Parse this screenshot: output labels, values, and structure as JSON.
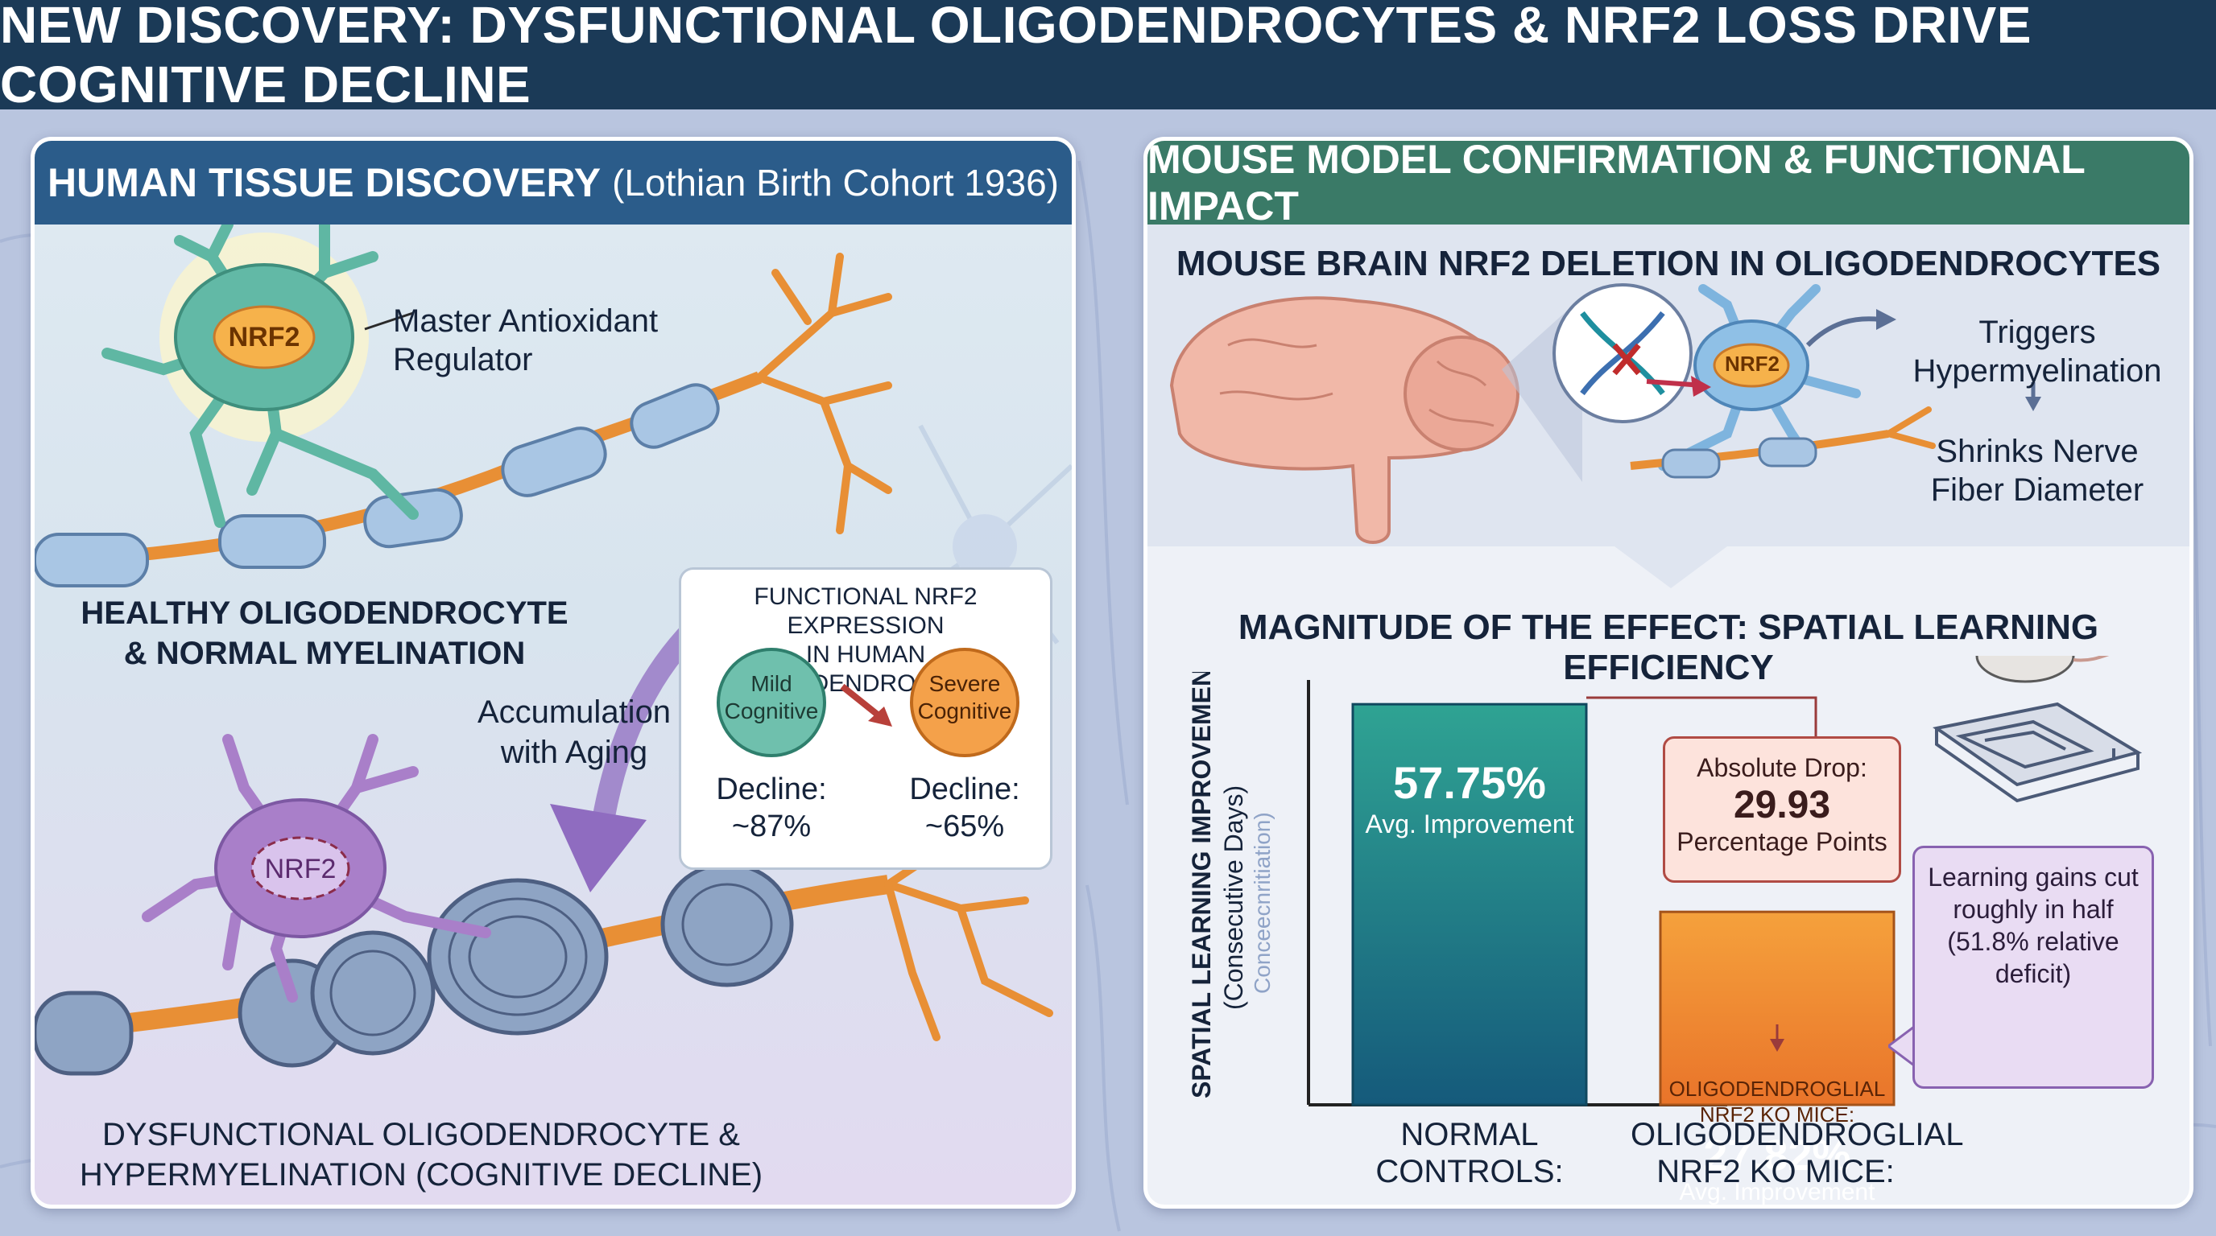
{
  "title": "NEW DISCOVERY: DYSFUNCTIONAL OLIGODENDROCYTES & NRF2 LOSS DRIVE COGNITIVE DECLINE",
  "left_panel": {
    "header": "HUMAN TISSUE DISCOVERY",
    "header_sub": "(Lothian Birth Cohort 1936)",
    "nrf2_label": "NRF2",
    "annotation_line1": "Master Antioxidant",
    "annotation_line2": "Regulator",
    "healthy_line1": "HEALTHY OLIGODENDROCYTE",
    "healthy_line2": "& NORMAL MYELINATION",
    "aging_line1": "Accumulation",
    "aging_line2": "with Aging",
    "dysfunctional_line1": "DYSFUNCTIONAL OLIGODENDROCYTE &",
    "dysfunctional_line2": "HYPERMYELINATION (COGNITIVE DECLINE)",
    "expression_box": {
      "title_line1": "FUNCTIONAL NRF2 EXPRESSION",
      "title_line2": "IN HUMAN OLIGODENDROCYTES",
      "mild_line1": "Mild",
      "mild_line2": "Cognitive",
      "severe_line1": "Severe",
      "severe_line2": "Cognitive",
      "mild_decline_label": "Decline:",
      "mild_decline_value": "~87%",
      "severe_decline_label": "Decline:",
      "severe_decline_value": "~65%"
    }
  },
  "right_panel": {
    "header": "MOUSE MODEL CONFIRMATION & FUNCTIONAL IMPACT",
    "subheader": "MOUSE BRAIN NRF2 DELETION IN OLIGODENDROCYTES",
    "nrf2_label": "NRF2",
    "triggers_line1": "Triggers",
    "triggers_line2": "Hypermyelination",
    "shrinks_line1": "Shrinks Nerve",
    "shrinks_line2": "Fiber Diameter",
    "chart_title": "MAGNITUDE OF THE EFFECT: SPATIAL LEARNING EFFICIENCY",
    "absolute_drop": {
      "line1": "Absolute Drop:",
      "value": "29.93",
      "line3": "Percentage Points"
    },
    "learning_gains": {
      "line1": "Learning gains cut",
      "line2": "roughly in half",
      "line3": "(51.8% relative",
      "line4": "deficit)"
    },
    "bar1_value_text": "57.75%",
    "bar1_sub": "Avg. Improvement",
    "bar2_header_line1": "OLIGODENDROGLIAL",
    "bar2_header_line2": "NRF2 KO MICE:",
    "bar2_value_text": "27.82%",
    "bar2_sub": "Avg. Improvement",
    "xlabel1_line1": "NORMAL",
    "xlabel1_line2": "CONTROLS:",
    "xlabel2_line1": "OLIGODENDROGLIAL",
    "xlabel2_line2": "NRF2 KO MICE:",
    "ylabel_line1": "SPATIAL LEARNING IMPROVEMENT",
    "ylabel_line2": "(Consecutive Days)",
    "ylabel_faded": "Conceecnritiation)"
  },
  "colors": {
    "title_bar": "#1b3a57",
    "left_header": "#2b5c8a",
    "right_header": "#3a7a67",
    "bar_control": "#1e7f87",
    "bar_ko": "#f0922e",
    "healthy_cell": "#5fb7a3",
    "dysfunctional_cell": "#a97fc9",
    "axon": "#f2a552"
  },
  "chart_data": {
    "type": "bar",
    "categories": [
      "NORMAL CONTROLS:",
      "OLIGODENDROGLIAL NRF2 KO MICE:"
    ],
    "values": [
      57.75,
      27.82
    ],
    "ylabel": "SPATIAL LEARNING IMPROVEMENT (Consecutive Days)",
    "annotations": [
      "57.75% Avg. Improvement",
      "27.82% Avg. Improvement",
      "Absolute Drop: 29.93 Percentage Points",
      "Learning gains cut roughly in half (51.8% relative deficit)"
    ]
  }
}
